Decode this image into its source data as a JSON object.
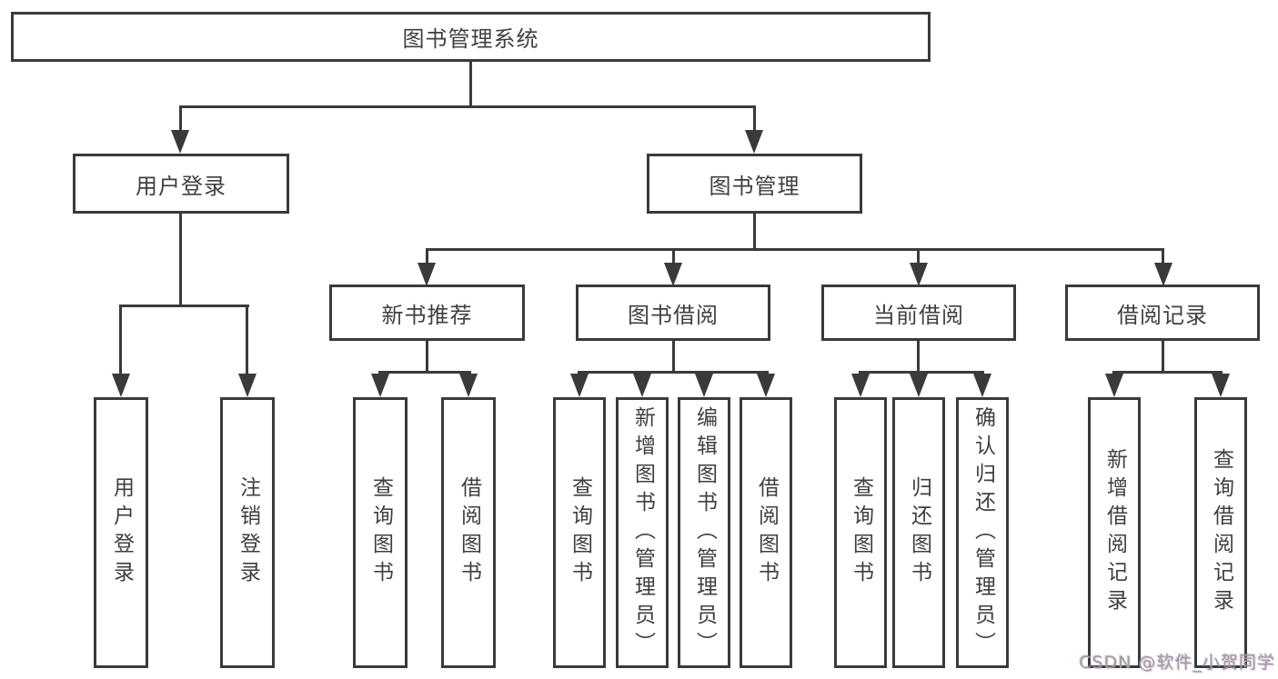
{
  "root": {
    "label": "图书管理系统"
  },
  "level2": {
    "user_login": {
      "label": "用户登录",
      "children": [
        {
          "label": "用户登录"
        },
        {
          "label": "注销登录"
        }
      ]
    },
    "book_management": {
      "label": "图书管理",
      "children": [
        {
          "label": "新书推荐",
          "children": [
            {
              "label": "查询图书"
            },
            {
              "label": "借阅图书"
            }
          ]
        },
        {
          "label": "图书借阅",
          "children": [
            {
              "label": "查询图书"
            },
            {
              "label": "新增图书（管理员）"
            },
            {
              "label": "编辑图书（管理员）"
            },
            {
              "label": "借阅图书"
            }
          ]
        },
        {
          "label": "当前借阅",
          "children": [
            {
              "label": "查询图书"
            },
            {
              "label": "归还图书"
            },
            {
              "label": "确认归还（管理员）"
            }
          ]
        },
        {
          "label": "借阅记录",
          "children": [
            {
              "label": "新增借阅记录"
            },
            {
              "label": "查询借阅记录"
            }
          ]
        }
      ]
    }
  },
  "watermark": {
    "text": "CSDN @软件_小贺同学"
  },
  "colors": {
    "line": "#3a3a3a",
    "text": "#3f3f3f",
    "background": "#ffffff",
    "watermark": "#9c9ca1"
  }
}
